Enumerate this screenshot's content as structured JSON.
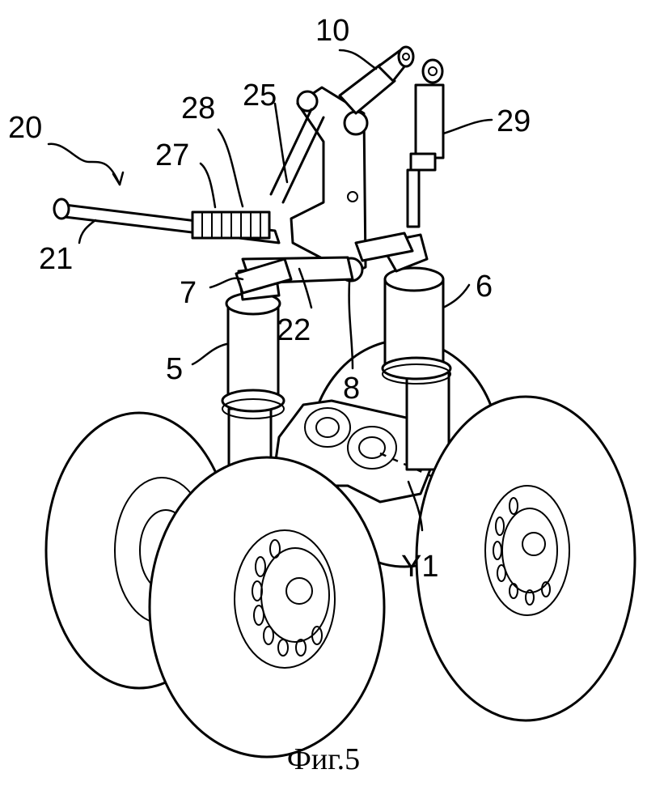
{
  "figure": {
    "caption": "Фиг.5",
    "labels": {
      "l20": "20",
      "l21": "21",
      "l27": "27",
      "l28": "28",
      "l25": "25",
      "l10": "10",
      "l29": "29",
      "l7": "7",
      "l22": "22",
      "l8": "8",
      "l6": "6",
      "l5": "5",
      "ly1": "Y1"
    }
  }
}
